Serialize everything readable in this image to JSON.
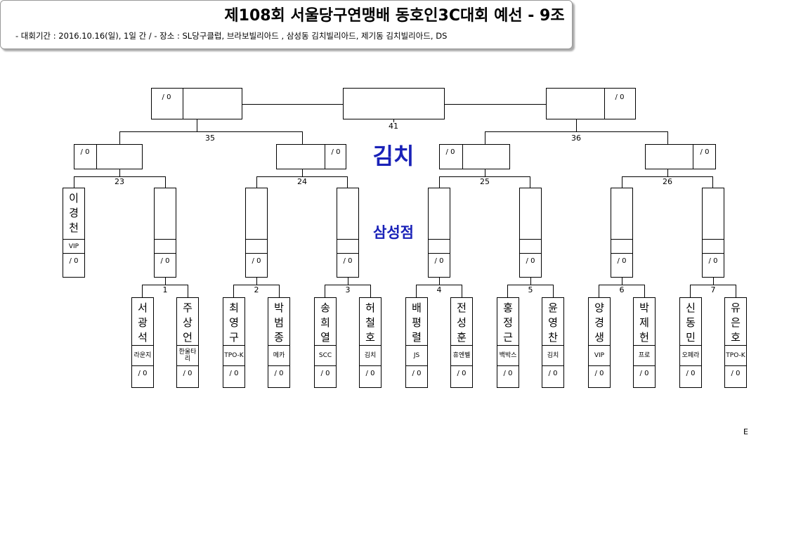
{
  "header": {
    "title": "제108회 서울당구연맹배 동호인3C대회 예선 - 9조",
    "subtitle": "- 대회기간 : 2016.10.16(일), 1일 간 / - 장소 : SL당구클럽, 브라보빌리아드 , 삼성동 김치빌리아드, 제기동 김치빌리아드, DS"
  },
  "venue": {
    "line1": "김치",
    "line2": "삼성점"
  },
  "corner_mark": "E",
  "score_mark": "/ 0",
  "match_numbers": {
    "m1": "1",
    "m2": "2",
    "m3": "3",
    "m4": "4",
    "m5": "5",
    "m6": "6",
    "m7": "7",
    "m23": "23",
    "m24": "24",
    "m25": "25",
    "m26": "26",
    "m35": "35",
    "m36": "36",
    "m41": "41"
  },
  "bye_player": {
    "name": "이경천",
    "club": "VIP"
  },
  "players": [
    {
      "name": "서광석",
      "club": "라운지"
    },
    {
      "name": "주상언",
      "club": "한울타리"
    },
    {
      "name": "최영구",
      "club": "TPO-K"
    },
    {
      "name": "박범종",
      "club": "메카"
    },
    {
      "name": "송희열",
      "club": "SCC"
    },
    {
      "name": "허철호",
      "club": "김치"
    },
    {
      "name": "배평렬",
      "club": "JS"
    },
    {
      "name": "전성훈",
      "club": "휴엔벨"
    },
    {
      "name": "홍정근",
      "club": "백박스"
    },
    {
      "name": "윤영찬",
      "club": "김치"
    },
    {
      "name": "양경생",
      "club": "VIP"
    },
    {
      "name": "박제헌",
      "club": "프로"
    },
    {
      "name": "신동민",
      "club": "오페라"
    },
    {
      "name": "유은호",
      "club": "TPO-K"
    }
  ]
}
